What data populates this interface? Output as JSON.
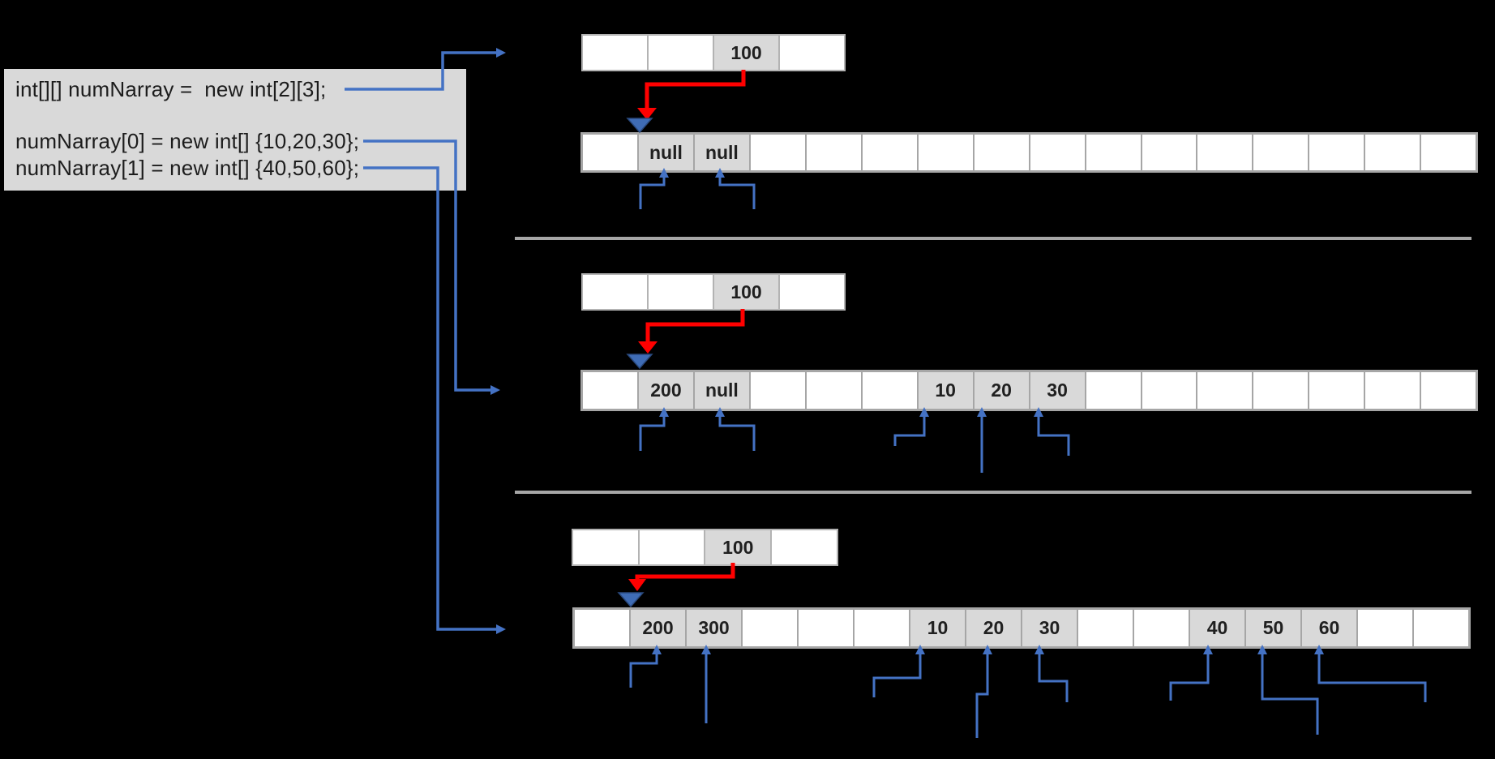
{
  "code_panel": {
    "lines": [
      "int[][] numNarray =  new int[2][3];",
      "numNarray[0] = new int[] {10,20,30};",
      "numNarray[1] = new int[] {40,50,60};"
    ]
  },
  "colors": {
    "background": "#000000",
    "code_panel_bg": "#d9d9d9",
    "cell_fill": "#ffffff",
    "cell_highlight": "#d9d9d9",
    "cell_border": "#a6a6a6",
    "ref_row_border": "#b3b3b3",
    "arrow_blue": "#4472c4",
    "arrow_red": "#ff0000",
    "triangle_fill": "#3f6cb5",
    "triangle_stroke": "#2a4a7f",
    "separator": "#a6a6a6",
    "cell_text": "#202020"
  },
  "sections": [
    {
      "id": "after-declaration",
      "ref_row": {
        "cells": [
          "",
          "",
          "100",
          ""
        ]
      },
      "heap_row": {
        "cells": [
          "",
          "null",
          "null",
          "",
          "",
          "",
          "",
          "",
          "",
          "",
          "",
          "",
          "",
          "",
          "",
          ""
        ]
      }
    },
    {
      "id": "after-row0-assignment",
      "ref_row": {
        "cells": [
          "",
          "",
          "100",
          ""
        ]
      },
      "heap_row": {
        "cells": [
          "",
          "200",
          "null",
          "",
          "",
          "",
          "10",
          "20",
          "30",
          "",
          "",
          "",
          "",
          "",
          "",
          ""
        ]
      }
    },
    {
      "id": "after-row1-assignment",
      "ref_row": {
        "cells": [
          "",
          "",
          "100",
          ""
        ]
      },
      "heap_row": {
        "cells": [
          "",
          "200",
          "300",
          "",
          "",
          "",
          "10",
          "20",
          "30",
          "",
          "",
          "40",
          "50",
          "60",
          "",
          ""
        ]
      }
    }
  ]
}
